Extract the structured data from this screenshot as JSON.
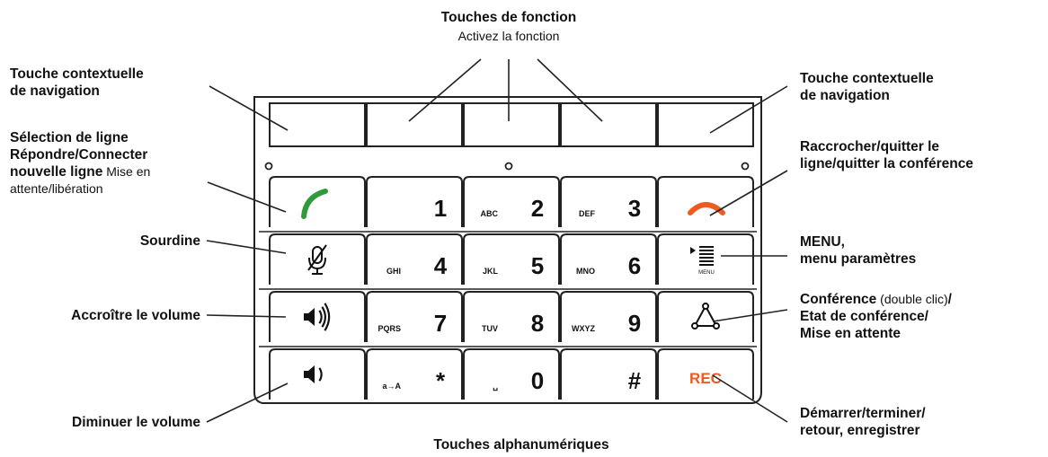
{
  "top": {
    "function_keys_title": "Touches de fonction",
    "function_keys_sub": "Activez la fonction"
  },
  "left": {
    "nav_softkey": [
      "Touche contextuelle",
      "de navigation"
    ],
    "line_select": {
      "l1": "Sélection de ligne",
      "l2": "Répondre/Connecter",
      "l3_bold": "nouvelle ligne",
      "l3_normal": " Mise en",
      "l4_normal": "attente/libération"
    },
    "mute": "Sourdine",
    "vol_up": "Accroître le volume",
    "vol_down": "Diminuer le volume"
  },
  "right": {
    "nav_softkey": [
      "Touche contextuelle",
      "de navigation"
    ],
    "hangup": [
      "Raccrocher/quitter le",
      "ligne/quitter la conférence"
    ],
    "menu": [
      "MENU,",
      "menu paramètres"
    ],
    "conference": {
      "l1_bold": "Conférence",
      "l1_normal": " (double clic)",
      "l1_slash": "/",
      "l2": "Etat de conférence/",
      "l3": "Mise en attente"
    },
    "record": [
      "Démarrer/terminer/",
      "retour, enregistrer"
    ]
  },
  "bottom": {
    "alnum_title": "Touches alphanumériques"
  },
  "keys": {
    "rows": [
      [
        {
          "big": "1",
          "small": ""
        },
        {
          "big": "2",
          "small": "ABC"
        },
        {
          "big": "3",
          "small": "DEF"
        }
      ],
      [
        {
          "big": "4",
          "small": "GHI"
        },
        {
          "big": "5",
          "small": "JKL"
        },
        {
          "big": "6",
          "small": "MNO"
        }
      ],
      [
        {
          "big": "7",
          "small": "PQRS"
        },
        {
          "big": "8",
          "small": "TUV"
        },
        {
          "big": "9",
          "small": "WXYZ"
        }
      ],
      [
        {
          "big": "*",
          "small": "a→A"
        },
        {
          "big": "0",
          "small": "␣"
        },
        {
          "big": "#",
          "small": ""
        }
      ]
    ],
    "rec_label": "REC",
    "menu_mini": "MENU"
  },
  "colors": {
    "call_green": "#2e9a3c",
    "hangup_orange": "#f05a1e",
    "rec_orange": "#f05a1e",
    "outline": "#222222"
  }
}
